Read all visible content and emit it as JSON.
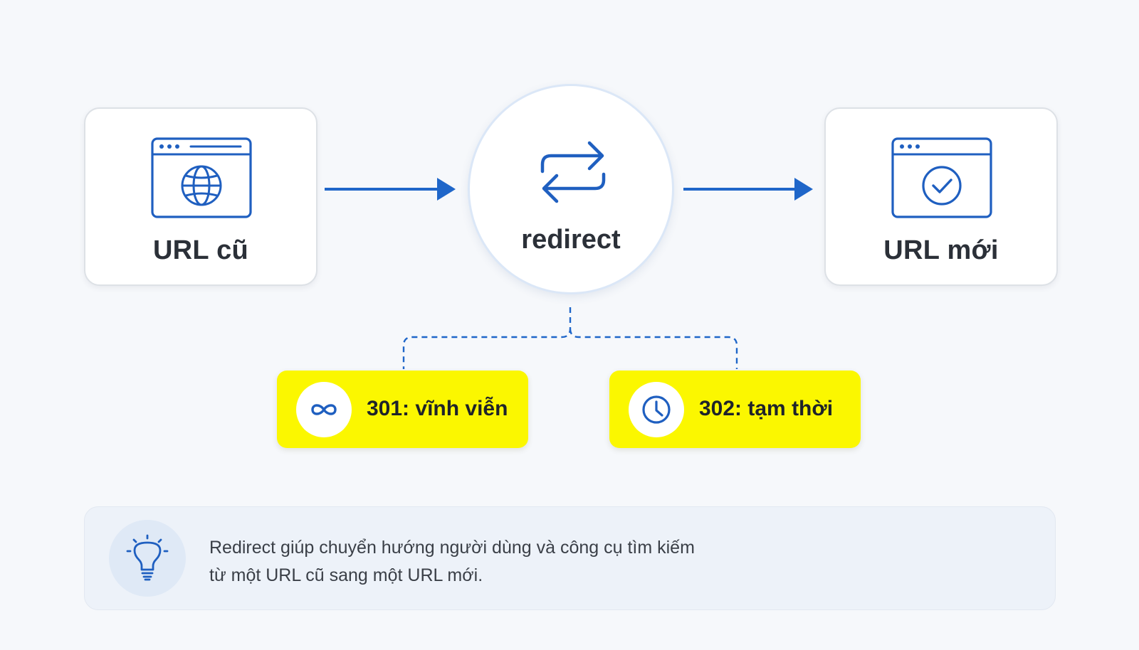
{
  "nodes": {
    "old_url": {
      "label": "URL cũ",
      "icon": "browser-globe-icon"
    },
    "redirect": {
      "label": "redirect",
      "icon": "swap-arrows-icon"
    },
    "new_url": {
      "label": "URL mới",
      "icon": "browser-check-icon"
    }
  },
  "badges": [
    {
      "label": "301: vĩnh viễn",
      "icon": "infinity-icon"
    },
    {
      "label": "302: tạm thời",
      "icon": "clock-icon"
    }
  ],
  "note": {
    "icon": "lightbulb-icon",
    "lines": [
      "Redirect giúp chuyển hướng người dùng và công cụ tìm kiếm",
      "từ một URL cũ sang một URL mới."
    ]
  },
  "colors": {
    "accent_blue": "#1f66c9",
    "badge_yellow": "#fbf700",
    "background": "#f6f8fb",
    "card": "#ffffff",
    "note_background": "#edf2f9"
  }
}
